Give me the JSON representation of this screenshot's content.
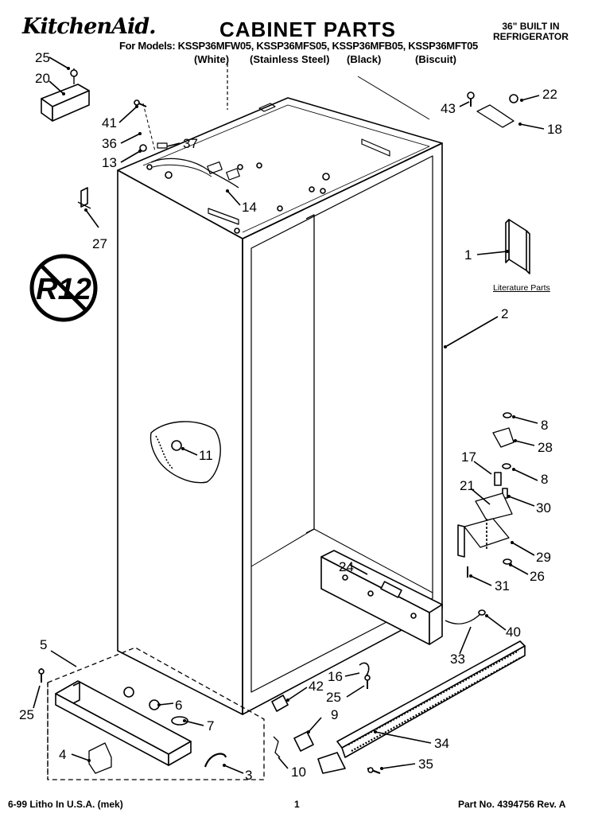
{
  "header": {
    "brand": "KitchenAid.",
    "title": "CABINET PARTS",
    "subtitle_line1": "36\" BUILT IN",
    "subtitle_line2": "REFRIGERATOR",
    "models": "For Models: KSSP36MFW05, KSSP36MFS05, KSSP36MFB05, KSSP36MFT05",
    "finishes": [
      "(White)",
      "(Stainless Steel)",
      "(Black)",
      "(Biscuit)"
    ]
  },
  "literature_label": "Literature Parts",
  "no_r12_mark": "R12",
  "callouts": [
    "25",
    "20",
    "41",
    "36",
    "37",
    "13",
    "14",
    "27",
    "43",
    "22",
    "18",
    "1",
    "2",
    "11",
    "8",
    "28",
    "17",
    "8",
    "21",
    "30",
    "29",
    "26",
    "31",
    "24",
    "40",
    "33",
    "5",
    "25",
    "6",
    "7",
    "4",
    "3",
    "16",
    "25",
    "42",
    "9",
    "10",
    "34",
    "35"
  ],
  "footer": {
    "left": "6-99 Litho In U.S.A. (mek)",
    "center": "1",
    "right": "Part No. 4394756 Rev. A"
  }
}
